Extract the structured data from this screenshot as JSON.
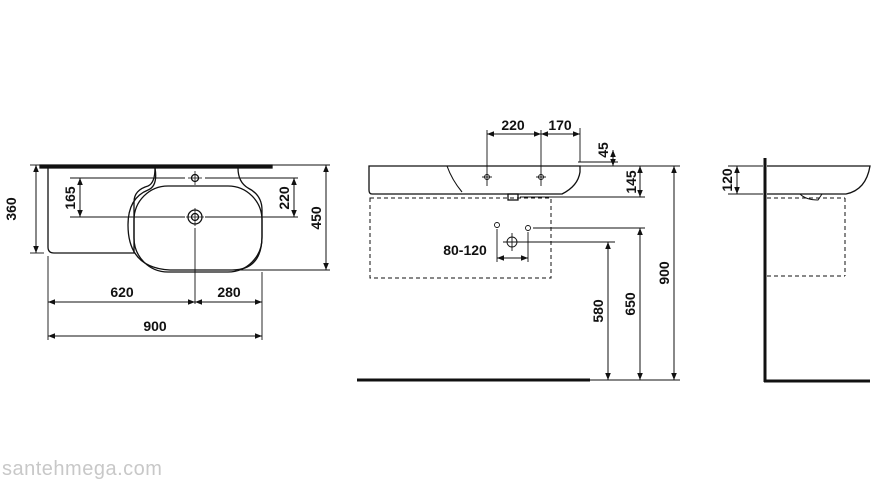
{
  "top_view": {
    "dims": {
      "height_left": "360",
      "tap_offset": "165",
      "tap_to_drain": "220",
      "depth": "450",
      "drain_from_left": "620",
      "drain_from_right": "280",
      "total_width": "900"
    }
  },
  "front_view": {
    "dims": {
      "hole_spacing_1": "220",
      "hole_spacing_2": "170",
      "rim_offset": "45",
      "basin_height": "145",
      "waste_range": "80-120",
      "waste_height": "580",
      "supply_height": "650",
      "install_height": "900"
    }
  },
  "side_view": {
    "dims": {
      "bowl_depth": "120"
    }
  },
  "watermark": "santehmega.com",
  "colors": {
    "line": "#111111",
    "watermark": "#c8c8c8"
  }
}
